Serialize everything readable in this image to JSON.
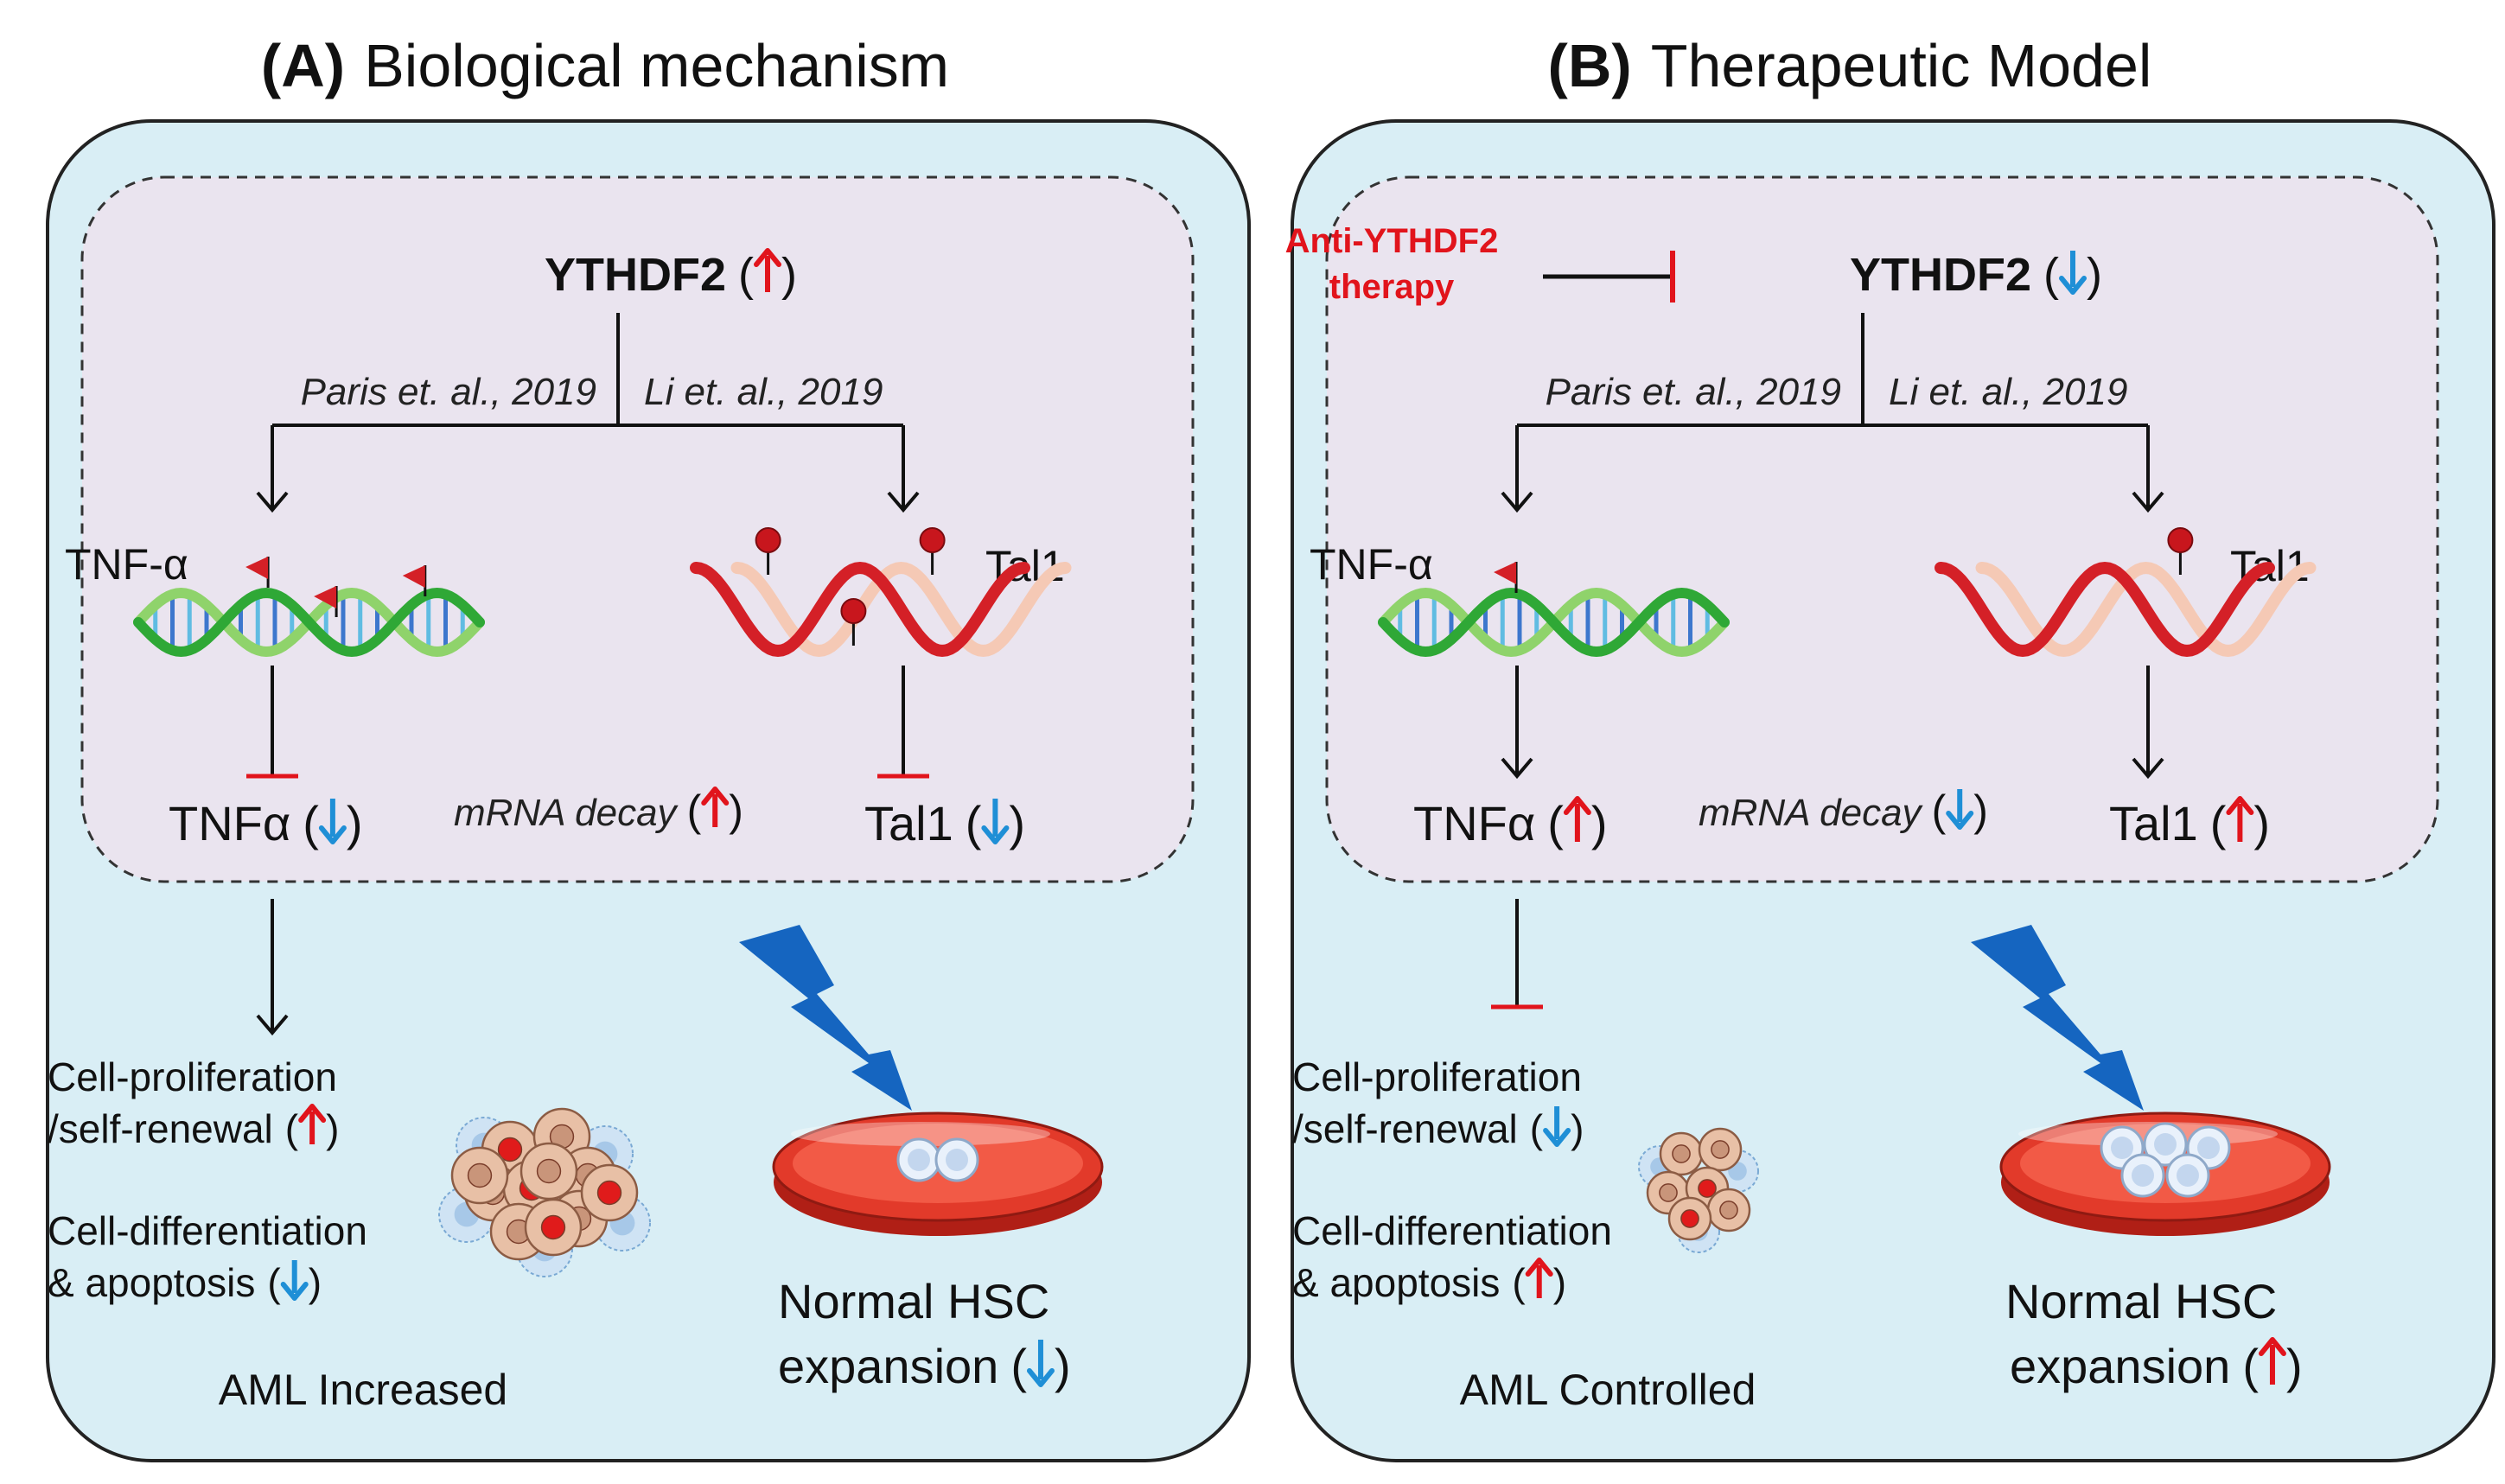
{
  "colors": {
    "panel_fill": "#d9eef5",
    "inner_fill": "#eae4ef",
    "up_arrow": "#e1141c",
    "down_arrow": "#1f8fd6",
    "inhibit_red": "#e1141c",
    "dna_green": "#2fa836",
    "rna_red": "#d42027",
    "rna_light": "#f5c9b5",
    "dish_red": "#e23a2a",
    "lightning_blue": "#1565c0"
  },
  "panels": [
    {
      "letter": "(A)",
      "title": "Biological mechanism",
      "regulator": "YTHDF2",
      "regulator_dir": "up",
      "therapy": null,
      "ref_left": "Paris et. al., 2019",
      "ref_right": "Li et. al., 2019",
      "gene_left": "TNF-α",
      "gene_right": "Tal1",
      "tnf_marks": 3,
      "tal1_marks": 3,
      "prot_left": "TNFα",
      "prot_left_dir": "down",
      "decay_label": "mRNA decay",
      "decay_dir": "up",
      "prot_right": "Tal1",
      "prot_right_dir": "down",
      "gene_effect": "inhibit",
      "outcome_effect": "activate",
      "prolif_line1": "Cell-proliferation",
      "prolif_line2": "/self-renewal",
      "prolif_dir": "up",
      "diff_line1": "Cell-differentiation",
      "diff_line2": "& apoptosis",
      "diff_dir": "down",
      "aml_label": "AML Increased",
      "hsc_line1": "Normal HSC",
      "hsc_line2": "expansion",
      "hsc_dir": "down",
      "tumor_size": "large",
      "dish_cells": 2
    },
    {
      "letter": "(B)",
      "title": "Therapeutic Model",
      "regulator": "YTHDF2",
      "regulator_dir": "down",
      "therapy": [
        "Anti-YTHDF2",
        "therapy"
      ],
      "ref_left": "Paris et. al., 2019",
      "ref_right": "Li et. al., 2019",
      "gene_left": "TNF-α",
      "gene_right": "Tal1",
      "tnf_marks": 1,
      "tal1_marks": 1,
      "prot_left": "TNFα",
      "prot_left_dir": "up",
      "decay_label": "mRNA decay",
      "decay_dir": "down",
      "prot_right": "Tal1",
      "prot_right_dir": "up",
      "gene_effect": "activate",
      "outcome_effect": "inhibit",
      "prolif_line1": "Cell-proliferation",
      "prolif_line2": "/self-renewal",
      "prolif_dir": "down",
      "diff_line1": "Cell-differentiation",
      "diff_line2": "& apoptosis",
      "diff_dir": "up",
      "aml_label": "AML Controlled",
      "hsc_line1": "Normal HSC",
      "hsc_line2": "expansion",
      "hsc_dir": "up",
      "tumor_size": "small",
      "dish_cells": 5
    }
  ]
}
